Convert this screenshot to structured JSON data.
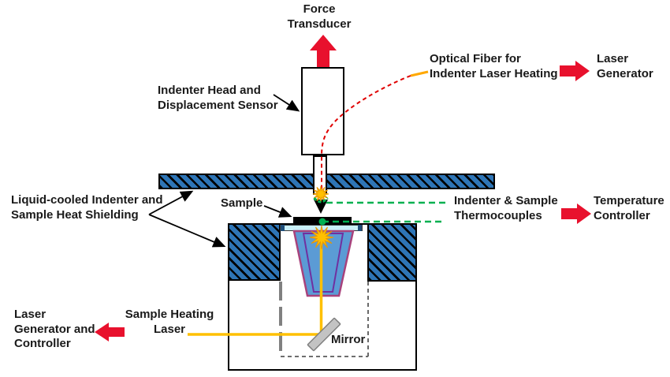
{
  "labels": {
    "force_transducer": [
      "Force",
      "Transducer"
    ],
    "indenter_head": [
      "Indenter Head and",
      "Displacement Sensor"
    ],
    "optical_fiber": [
      "Optical Fiber for",
      "Indenter Laser Heating"
    ],
    "laser_generator": [
      "Laser",
      "Generator"
    ],
    "liquid_cooled": [
      "Liquid-cooled Indenter and",
      "Sample Heat Shielding"
    ],
    "sample": "Sample",
    "thermocouples": [
      "Indenter & Sample",
      "Thermocouples"
    ],
    "temperature_controller": [
      "Temperature",
      "Controller"
    ],
    "sample_heating_laser": [
      "Sample Heating",
      "Laser"
    ],
    "laser_generator_controller": [
      "Laser",
      "Generator and",
      "Controller"
    ],
    "mirror": "Mirror"
  },
  "colors": {
    "block_arrow_red": "#E8112D",
    "fiber_dash_red": "#E00000",
    "fiber_solid_orange": "#FFA800",
    "laser_beam_yellow": "#FFC000",
    "thermocouple_green": "#00B050",
    "shield_blue": "#2E75B6",
    "stage_fill_blue": "#5B9BD5",
    "stage_outline_magenta": "#A8427C",
    "stage_inner_purple": "#7030A0",
    "cooling_plate_cyan": "#C9F0F8",
    "mirror_gray": "#C3C3C3"
  }
}
